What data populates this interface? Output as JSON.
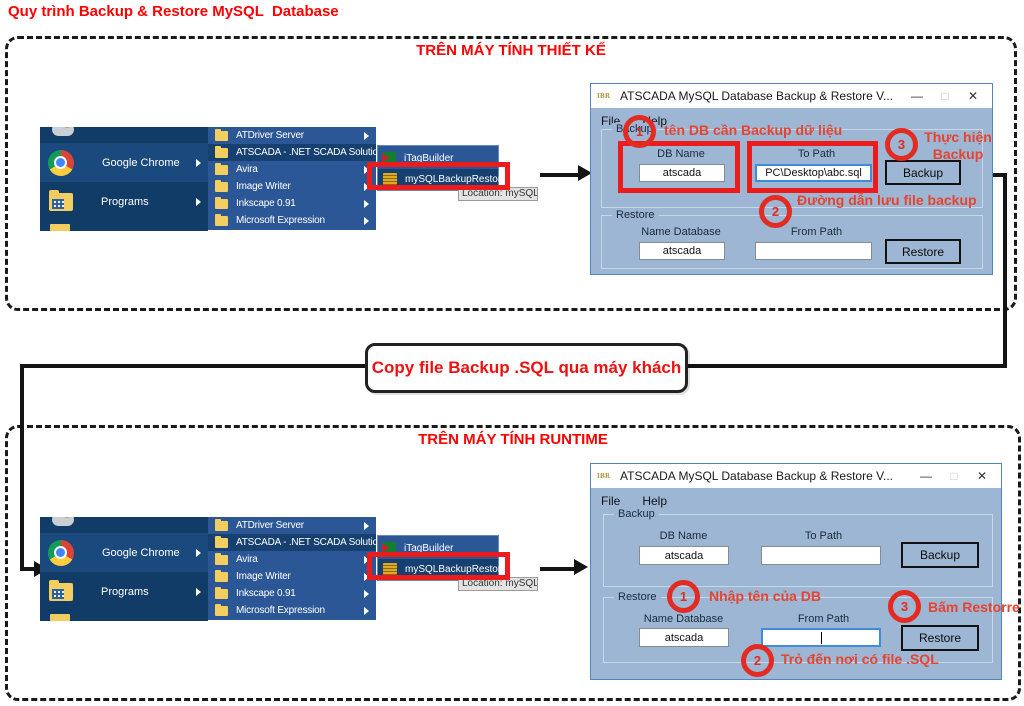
{
  "page": {
    "title": "Quy trình Backup & Restore MySQL  Database"
  },
  "sections": {
    "design": {
      "title": "TRÊN MÁY TÍNH THIẾT KẾ"
    },
    "runtime": {
      "title": "TRÊN MÁY TÍNH RUNTIME"
    }
  },
  "copy_box": {
    "label": "Copy file Backup .SQL qua máy khách"
  },
  "startmenu": {
    "google_chrome": "Google Chrome",
    "programs": "Programs",
    "folders": [
      "ATDriver Server",
      "ATSCADA - .NET SCADA Solution",
      "Avira",
      "Image Writer",
      "Inkscape 0.91",
      "Microsoft Expression"
    ],
    "submenu": {
      "itagbuilder": "iTagBuilder",
      "mysql_backup_restore": "mySQLBackupRestore"
    },
    "tooltip": "Location: mySQLBa"
  },
  "icons": {
    "app_badge": "IBR",
    "minimize": "—",
    "maximize": "□",
    "close": "✕"
  },
  "window": {
    "title": "ATSCADA MySQL Database Backup & Restore V...",
    "menu_file": "File",
    "menu_help": "Help",
    "backup_group": "Backup",
    "restore_group": "Restore",
    "db_name_label": "DB Name",
    "to_path_label": "To Path",
    "name_database_label": "Name Database",
    "from_path_label": "From Path",
    "backup_button": "Backup",
    "restore_button": "Restore"
  },
  "design_window": {
    "db_name_value": "atscada",
    "to_path_value": "PC\\Desktop\\abc.sql",
    "name_database_value": "atscada",
    "from_path_value": ""
  },
  "runtime_window": {
    "db_name_value": "atscada",
    "to_path_value": "",
    "name_database_value": "atscada"
  },
  "design_annotations": {
    "step1_num": "1",
    "step1_text": "tên DB cần Backup dữ liệu",
    "step2_num": "2",
    "step2_text": "Đường dẫn lưu file backup",
    "step3_num": "3",
    "step3_line1": "Thực hiện",
    "step3_line2": "Backup"
  },
  "runtime_annotations": {
    "step1_num": "1",
    "step1_text": "Nhập tên của DB",
    "step2_num": "2",
    "step2_text": "Trỏ đến nơi có file .SQL",
    "step3_num": "3",
    "step3_text": "Bấm Restorre"
  }
}
